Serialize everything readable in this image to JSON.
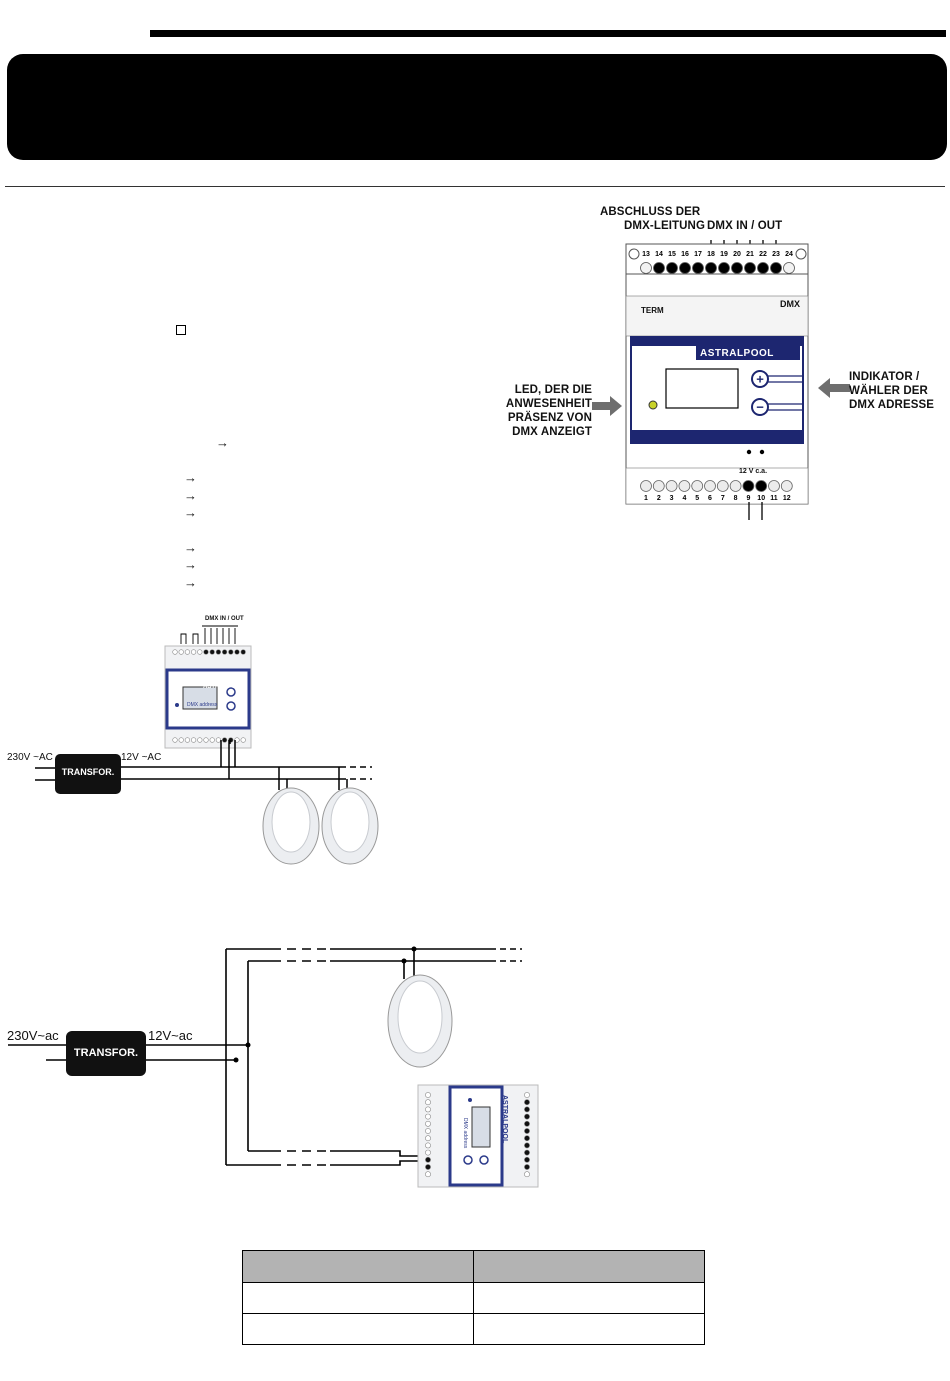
{
  "diagram1": {
    "label_termination": [
      "ABSCHLUSS DER",
      "DMX-LEITUNG"
    ],
    "label_dmx_in_out": "DMX IN / OUT",
    "terminal_numbers_top": [
      "13",
      "14",
      "15",
      "16",
      "17",
      "18",
      "19",
      "20",
      "21",
      "22",
      "23",
      "24"
    ],
    "label_term": "TERM",
    "label_dmx": "DMX",
    "brand": "ASTRALPOOL",
    "label_led": [
      "LED, DER DIE",
      "ANWESENHEIT",
      "PRÄSENZ VON",
      "DMX ANZEIGT"
    ],
    "label_indicator": [
      "INDIKATOR /",
      "WÄHLER DER",
      "DMX ADRESSE"
    ],
    "label_supply": "12 V c.a.",
    "terminal_numbers_bottom": [
      "1",
      "2",
      "3",
      "4",
      "5",
      "6",
      "7",
      "8",
      "9",
      "10",
      "11",
      "12"
    ]
  },
  "diagram2": {
    "label_dmx_in_out": "DMX IN / OUT",
    "brand": "ASTRALPOOL",
    "label_address": "DMX address",
    "label_230": "230V ~AC",
    "label_12": "12V ~AC",
    "transformer": "TRANSFOR."
  },
  "diagram3": {
    "label_230": "230V~ac",
    "label_12": "12V~ac",
    "transformer": "TRANSFOR.",
    "brand": "ASTRALPOOL",
    "label_address": "DMX address"
  },
  "colors": {
    "banner": "#000000",
    "module_blue": "#1d2670",
    "table_header": "#b3b3b3",
    "arrow_grey": "#6e6e6e"
  }
}
